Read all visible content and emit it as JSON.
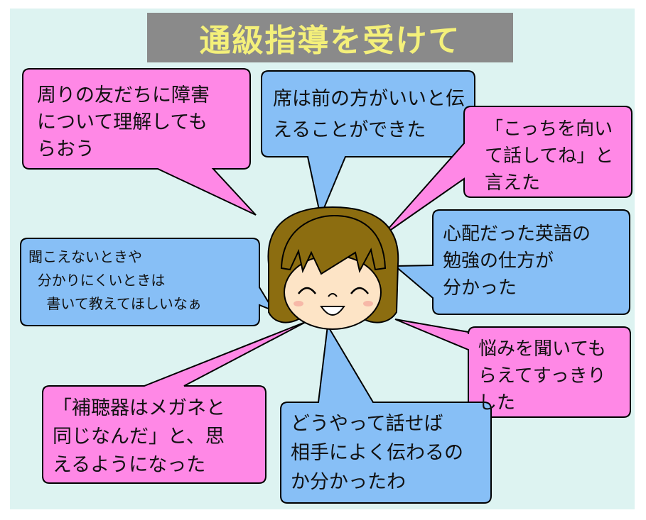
{
  "title": "通級指導を受けて",
  "colors": {
    "background": "#ddf3f1",
    "pink": "#ff88e6",
    "blue": "#87bff6",
    "hair": "#8c6d10",
    "skin": "#fde4c6",
    "title_bg": "#8a8a8a",
    "title_text": "#f4f07a"
  },
  "bubbles": [
    {
      "id": "understand",
      "color": "pink",
      "text": "周りの友だちに障害\nについて理解しても\nらおう"
    },
    {
      "id": "seat",
      "color": "blue",
      "text": "席は前の方がいいと伝\nえることができた"
    },
    {
      "id": "look",
      "color": "pink",
      "text": "「こっちを向い\nて話してね」と\n言えた"
    },
    {
      "id": "english",
      "color": "blue",
      "text": "心配だった英語の\n勉強の仕方が\n分かった"
    },
    {
      "id": "write",
      "color": "blue",
      "text": "聞こえないときや\n  分かりにくいときは\n    書いて教えてほしいなぁ"
    },
    {
      "id": "worry",
      "color": "pink",
      "text": "悩みを聞いても\nらえてすっきり\nした"
    },
    {
      "id": "hearing-aid",
      "color": "pink",
      "text": "「補聴器はメガネと\n同じなんだ」と、思\nえるようになった"
    },
    {
      "id": "communicate",
      "color": "blue",
      "text": "どうやって話せば\n相手によく伝わるの\nか分かったわ"
    }
  ]
}
